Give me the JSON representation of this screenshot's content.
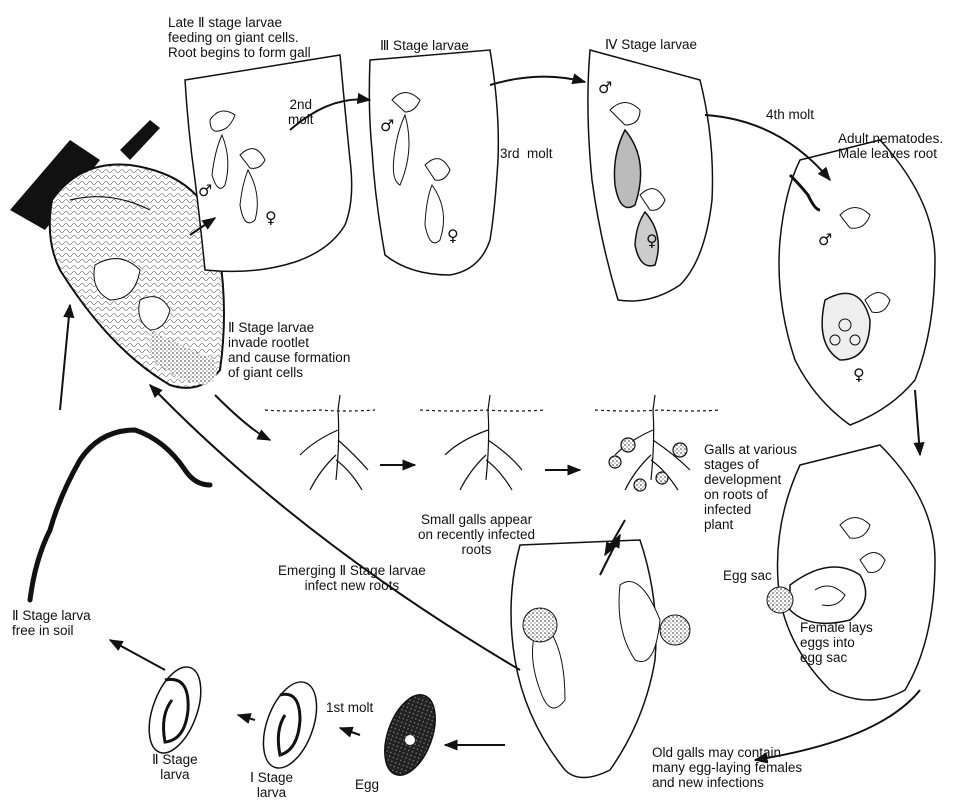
{
  "labels": {
    "late_ii_stage": "Late Ⅱ stage larvae\nfeeding on giant cells.\nRoot begins to form gall",
    "second_molt": "2nd\nmolt",
    "iii_stage": "Ⅲ Stage larvae",
    "third_molt": "3rd  molt",
    "iv_stage": "Ⅳ Stage larvae",
    "fourth_molt": "4th molt",
    "adult_nematodes": "Adult nematodes.\nMale leaves root",
    "ii_stage_invade": "Ⅱ Stage larvae\ninvade rootlet\nand cause formation\nof giant cells",
    "small_galls": "Small galls appear\non recently infected\nroots",
    "galls_various": "Galls at various\nstages of\ndevelopment\non roots of\ninfected\nplant",
    "emerging": "Emerging Ⅱ Stage larvae\ninfect new roots",
    "egg_sac": "Egg sac",
    "female_lays": "Female lays\neggs into\negg sac",
    "old_galls": "Old galls may contain\nmany egg-laying females\nand new infections",
    "free_in_soil": "Ⅱ Stage larva\nfree in soil",
    "ii_stage_larva": "Ⅱ Stage\nlarva",
    "first_molt": "1st molt",
    "i_stage_larva": "Ⅰ Stage\nlarva",
    "egg": "Egg"
  },
  "symbols": {
    "male": "♂",
    "female": "♀"
  }
}
